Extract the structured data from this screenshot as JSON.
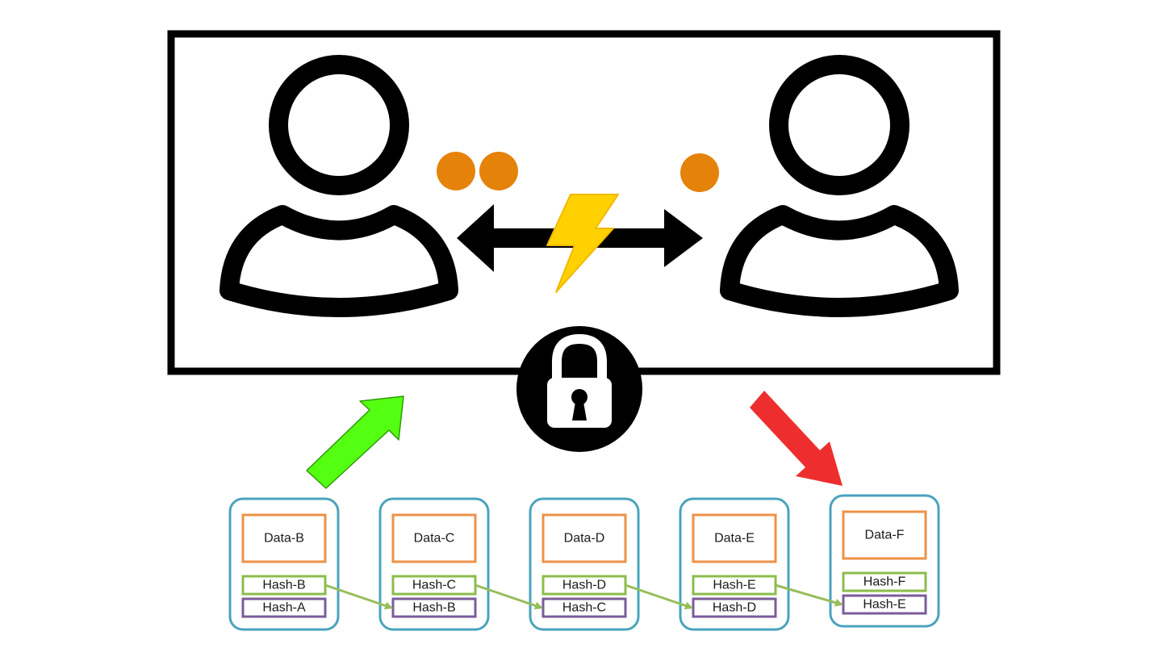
{
  "blocks": [
    {
      "data": "Data-B",
      "hash": "Hash-B",
      "prev_hash": "Hash-A"
    },
    {
      "data": "Data-C",
      "hash": "Hash-C",
      "prev_hash": "Hash-B"
    },
    {
      "data": "Data-D",
      "hash": "Hash-D",
      "prev_hash": "Hash-C"
    },
    {
      "data": "Data-E",
      "hash": "Hash-E",
      "prev_hash": "Hash-D"
    },
    {
      "data": "Data-F",
      "hash": "Hash-F",
      "prev_hash": "Hash-E"
    }
  ],
  "colors": {
    "frame": "#000000",
    "coin": "#e5820a",
    "lightning": "#ffd100",
    "green_arrow": "#55ff11",
    "red_arrow": "#ee2e2e",
    "block_border": "#4aa3bd",
    "data_border": "#ee9247",
    "hash_border": "#8cbc4c",
    "prev_hash_border": "#7a5c9a",
    "link_arrow": "#96be5a"
  },
  "icons": {
    "left_user": "user-icon",
    "right_user": "user-icon",
    "channel": "double-arrow-icon",
    "lightning": "lightning-icon",
    "lock": "padlock-icon"
  }
}
